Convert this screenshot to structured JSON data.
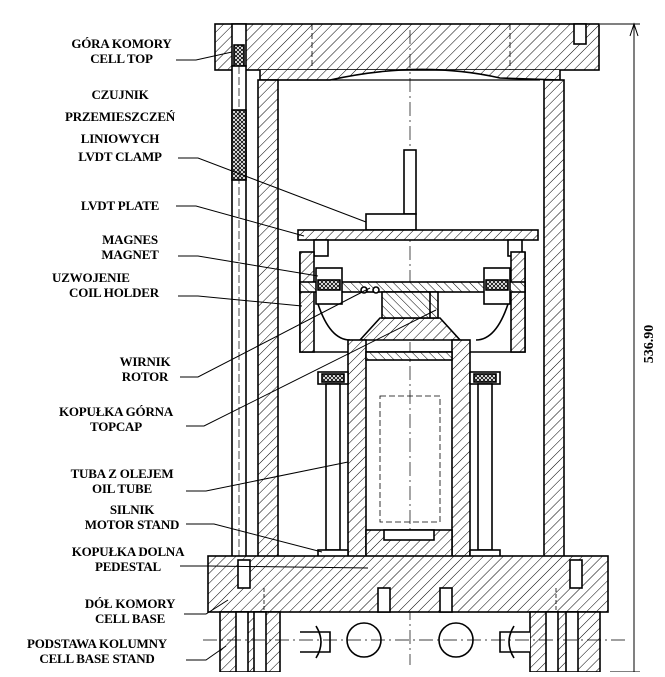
{
  "labels": {
    "cell_top": {
      "pl": "GÓRA KOMORY",
      "en": "CELL TOP"
    },
    "lvdt_clamp": {
      "pl1": "CZUJNIK",
      "pl2": "PRZEMIESZCZEŃ",
      "pl3": "LINIOWYCH",
      "en": "LVDT CLAMP"
    },
    "lvdt_plate": {
      "en": "LVDT PLATE"
    },
    "magnet": {
      "pl": "MAGNES",
      "en": "MAGNET"
    },
    "coil_holder": {
      "pl": "UZWOJENIE",
      "en": "COIL HOLDER"
    },
    "rotor": {
      "pl": "WIRNIK",
      "en": "ROTOR"
    },
    "topcap": {
      "pl": "KOPUŁKA GÓRNA",
      "en": "TOPCAP"
    },
    "oil_tube": {
      "pl": "TUBA Z OLEJEM",
      "en": "OIL TUBE"
    },
    "motor_stand": {
      "pl": "SILNIK",
      "en": "MOTOR STAND"
    },
    "pedestal": {
      "pl": "KOPUŁKA DOLNA",
      "en": "PEDESTAL"
    },
    "cell_base": {
      "pl": "DÓŁ KOMORY",
      "en": "CELL BASE"
    },
    "cell_base_stand": {
      "pl": "PODSTAWA KOLUMNY",
      "en": "CELL BASE STAND"
    }
  },
  "dimension": {
    "height": "536.90"
  }
}
